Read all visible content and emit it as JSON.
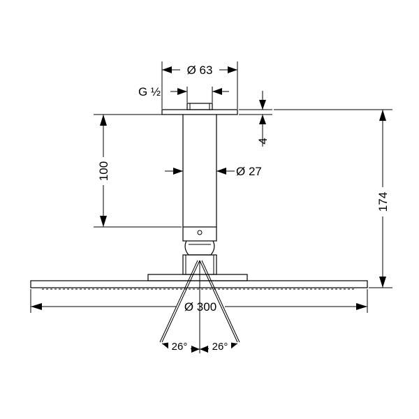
{
  "dimensions": {
    "thread": "G ½",
    "flange_diameter": "Ø 63",
    "flange_thickness": "4",
    "arm_length": "100",
    "arm_diameter": "Ø 27",
    "total_height": "174",
    "head_diameter": "Ø 300",
    "spray_angle_left": "26°",
    "spray_angle_right": "26°"
  }
}
